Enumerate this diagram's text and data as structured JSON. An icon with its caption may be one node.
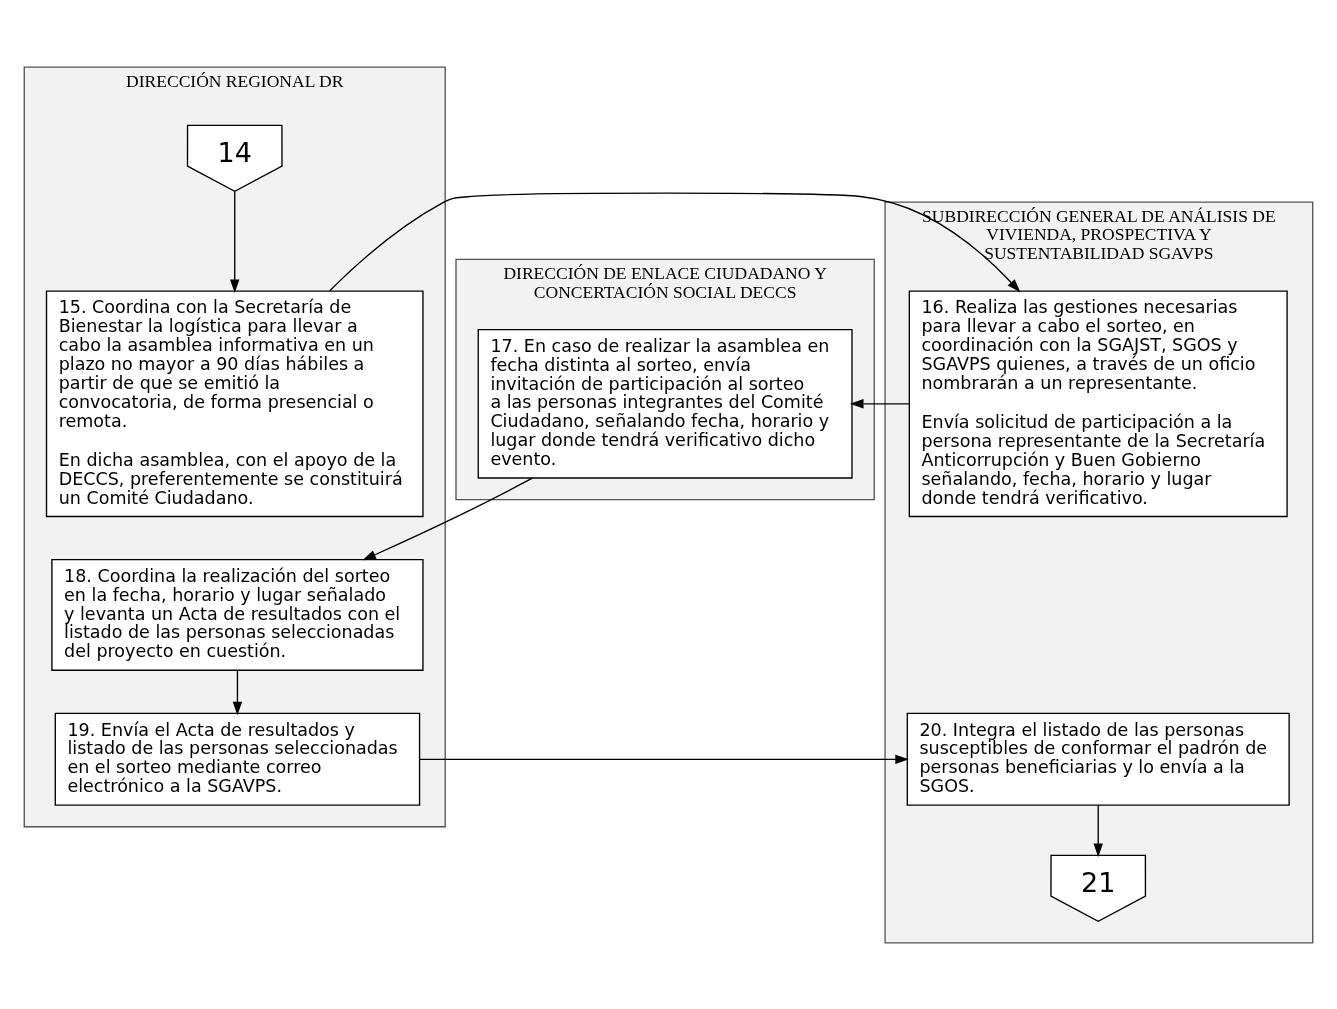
{
  "diagram": {
    "nodes": [
      {
        "text": [
          "DIRECCIÓN REGIONAL DR"
        ]
      },
      {
        "text": [
          "SUBDIRECCIÓN GENERAL DE ANÁLISIS DE VIVIENDA, PROSPECTIVA Y SUSTENTABILIDAD SGAVPS"
        ]
      },
      {
        "text": [
          "DIRECCIÓN DE ENLACE CIUDADANO Y CONCERTACIÓN SOCIAL DECCS"
        ]
      },
      {
        "text": [
          "14"
        ],
        "in": 0
      },
      {
        "text": [
          "15. Coordina con la Secretaría de Bienestar la logística para llevar a cabo la asamblea informativa en un plazo no mayor a 90 días hábiles a partir de que se emitió la convocatoria, de forma presencial o remota.",
          "En dicha asamblea, con el apoyo de la DECCS, preferentemente se constituirá un Comité Ciudadano."
        ],
        "in": 0
      },
      {
        "text": [
          "16. Realiza las gestiones necesarias para llevar a cabo el sorteo, en coordinación con la SGAJST, SGOS y SGAVPS quienes, a través de un oficio nombrarán a un representante.",
          "Envía solicitud de participación a la persona representante de la Secretaría Anticorrupción y Buen Gobierno señalando, fecha, horario y lugar donde tendrá verificativo."
        ],
        "in": 1
      },
      {
        "text": [
          "17. En caso de realizar la asamblea en fecha distinta al sorteo, envía invitación de participación al sorteo a las personas integrantes del Comité Ciudadano, señalando fecha, horario y lugar donde tendrá verificativo dicho evento."
        ],
        "in": 2
      },
      {
        "text": [
          "18. Coordina la realización del sorteo en la fecha, horario y lugar señalado y levanta un Acta de resultados con el listado de las personas seleccionadas del proyecto en cuestión."
        ],
        "in": 0
      },
      {
        "text": [
          "19. Envía el Acta de resultados y listado de las personas seleccionadas en el sorteo mediante correo electrónico a la SGAVPS."
        ],
        "in": 0
      },
      {
        "text": [
          "20. Integra el listado de las personas susceptibles de conformar el padrón de personas beneficiarias y lo envía a la SGOS."
        ],
        "in": 1
      },
      {
        "text": [
          "21"
        ],
        "in": 1
      }
    ],
    "edges": [
      {
        "from": 3,
        "to": 4,
        "arrow": "to"
      },
      {
        "from": 4,
        "to": 5,
        "arrow": "to"
      },
      {
        "from": 5,
        "to": 6,
        "arrow": "to"
      },
      {
        "from": 6,
        "to": 7,
        "arrow": "to"
      },
      {
        "from": 7,
        "to": 8,
        "arrow": "to"
      },
      {
        "from": 8,
        "to": 9,
        "arrow": "to"
      },
      {
        "from": 9,
        "to": 10,
        "arrow": "to"
      }
    ]
  }
}
